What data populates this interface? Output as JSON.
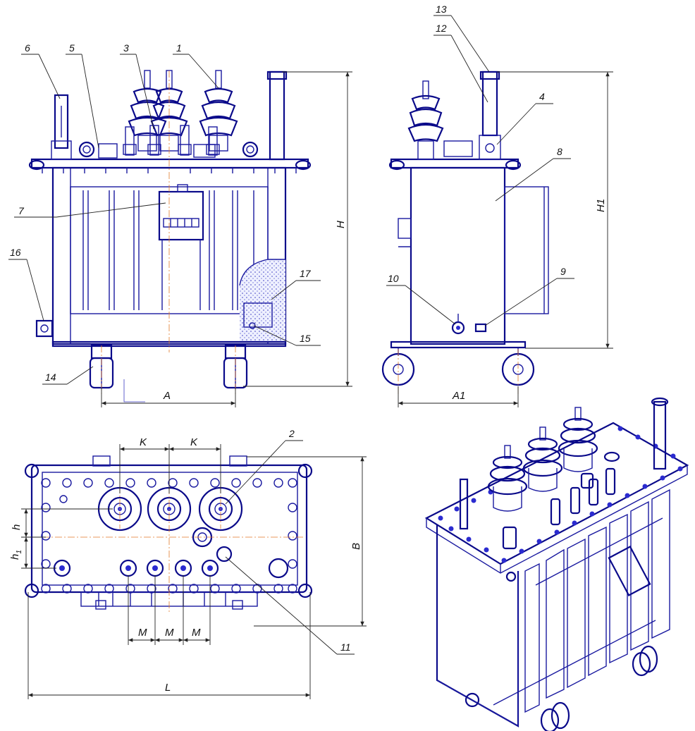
{
  "drawing": {
    "callouts": [
      "1",
      "2",
      "3",
      "4",
      "5",
      "6",
      "7",
      "8",
      "9",
      "10",
      "11",
      "12",
      "13",
      "14",
      "15",
      "16",
      "17"
    ],
    "dimensions": {
      "H": "H",
      "H1": "H1",
      "A": "A",
      "A1": "A1",
      "B": "B",
      "L": "L",
      "K": "K",
      "M": "M",
      "h": "h",
      "h1": "h",
      "h1_sub": "1"
    },
    "colors": {
      "line": "#1a1aa0",
      "axis": "#e27a2a",
      "dimension": "#222222"
    }
  }
}
